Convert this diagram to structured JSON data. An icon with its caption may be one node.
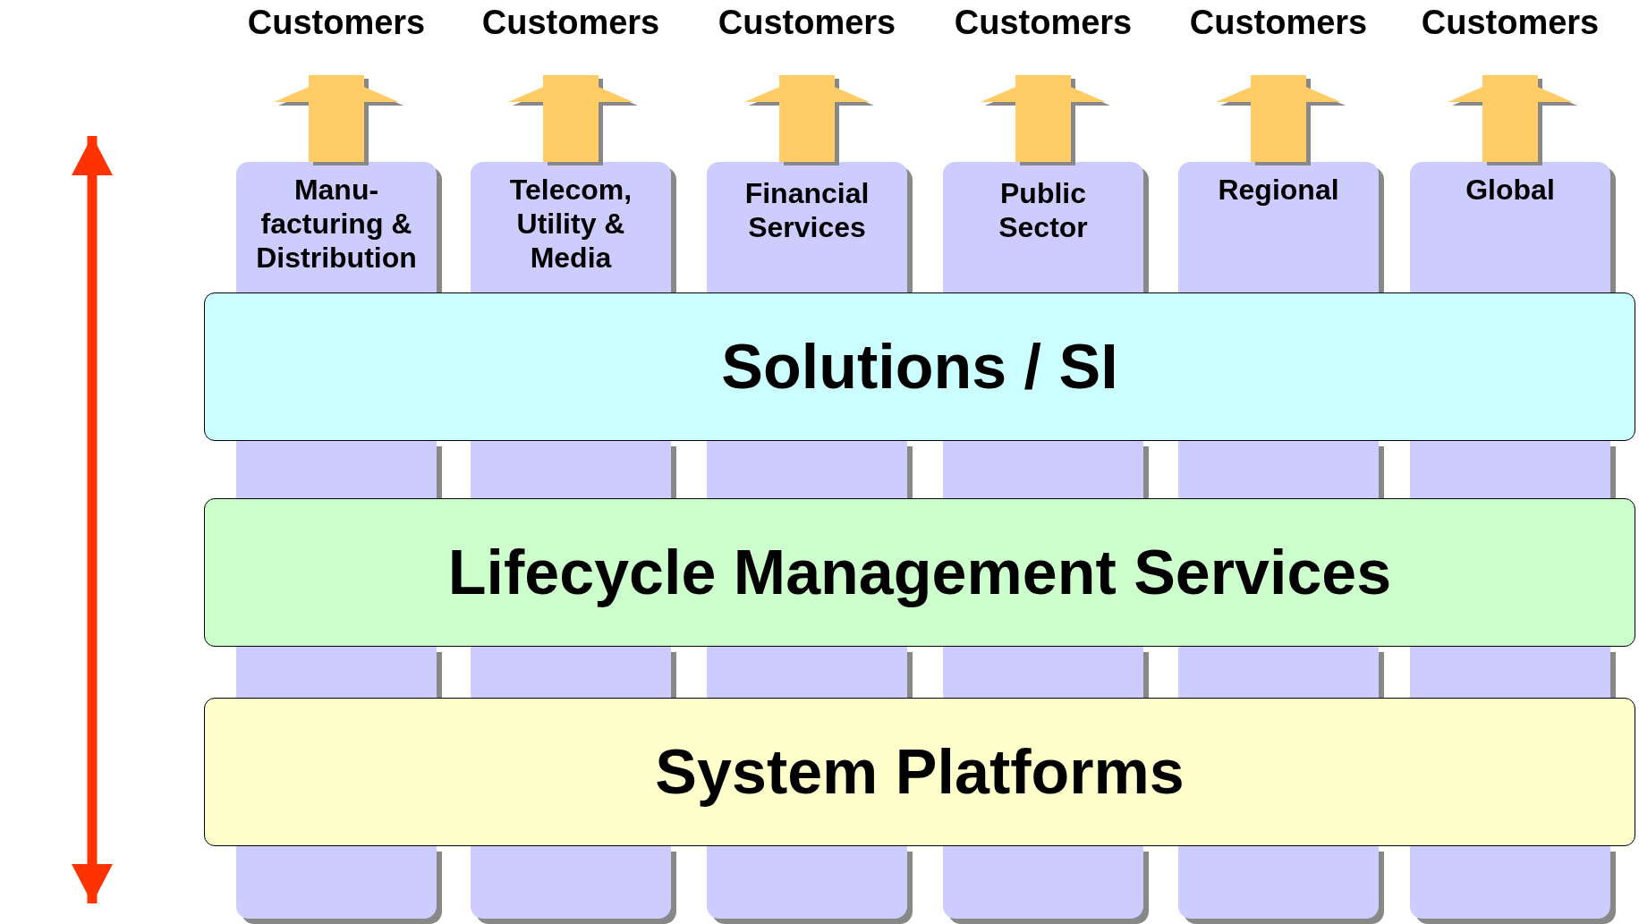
{
  "diagram": {
    "nodes": [
      {
        "text": [
          "Customers"
        ]
      },
      {
        "text": [
          "Customers"
        ]
      },
      {
        "text": [
          "Customers"
        ]
      },
      {
        "text": [
          "Customers"
        ]
      },
      {
        "text": [
          "Customers"
        ]
      },
      {
        "text": [
          "Customers"
        ]
      },
      {
        "text": [
          "Manu- facturing & Distribution"
        ]
      },
      {
        "text": [
          "Telecom, Utility & Media"
        ]
      },
      {
        "text": [
          "Financial Services"
        ]
      },
      {
        "text": [
          "Public Sector"
        ]
      },
      {
        "text": [
          "Regional"
        ]
      },
      {
        "text": [
          "Global"
        ]
      },
      {
        "text": [
          "Solutions / SI"
        ]
      },
      {
        "text": [
          "Lifecycle Management Services"
        ]
      },
      {
        "text": [
          "System Platforms"
        ]
      }
    ],
    "edges": [
      {
        "from": 6,
        "to": 0,
        "arrow": "to"
      },
      {
        "from": 7,
        "to": 1,
        "arrow": "to"
      },
      {
        "from": 8,
        "to": 2,
        "arrow": "to"
      },
      {
        "from": 9,
        "to": 3,
        "arrow": "to"
      },
      {
        "from": 10,
        "to": 4,
        "arrow": "to"
      },
      {
        "from": 11,
        "to": 5,
        "arrow": "to"
      }
    ]
  }
}
